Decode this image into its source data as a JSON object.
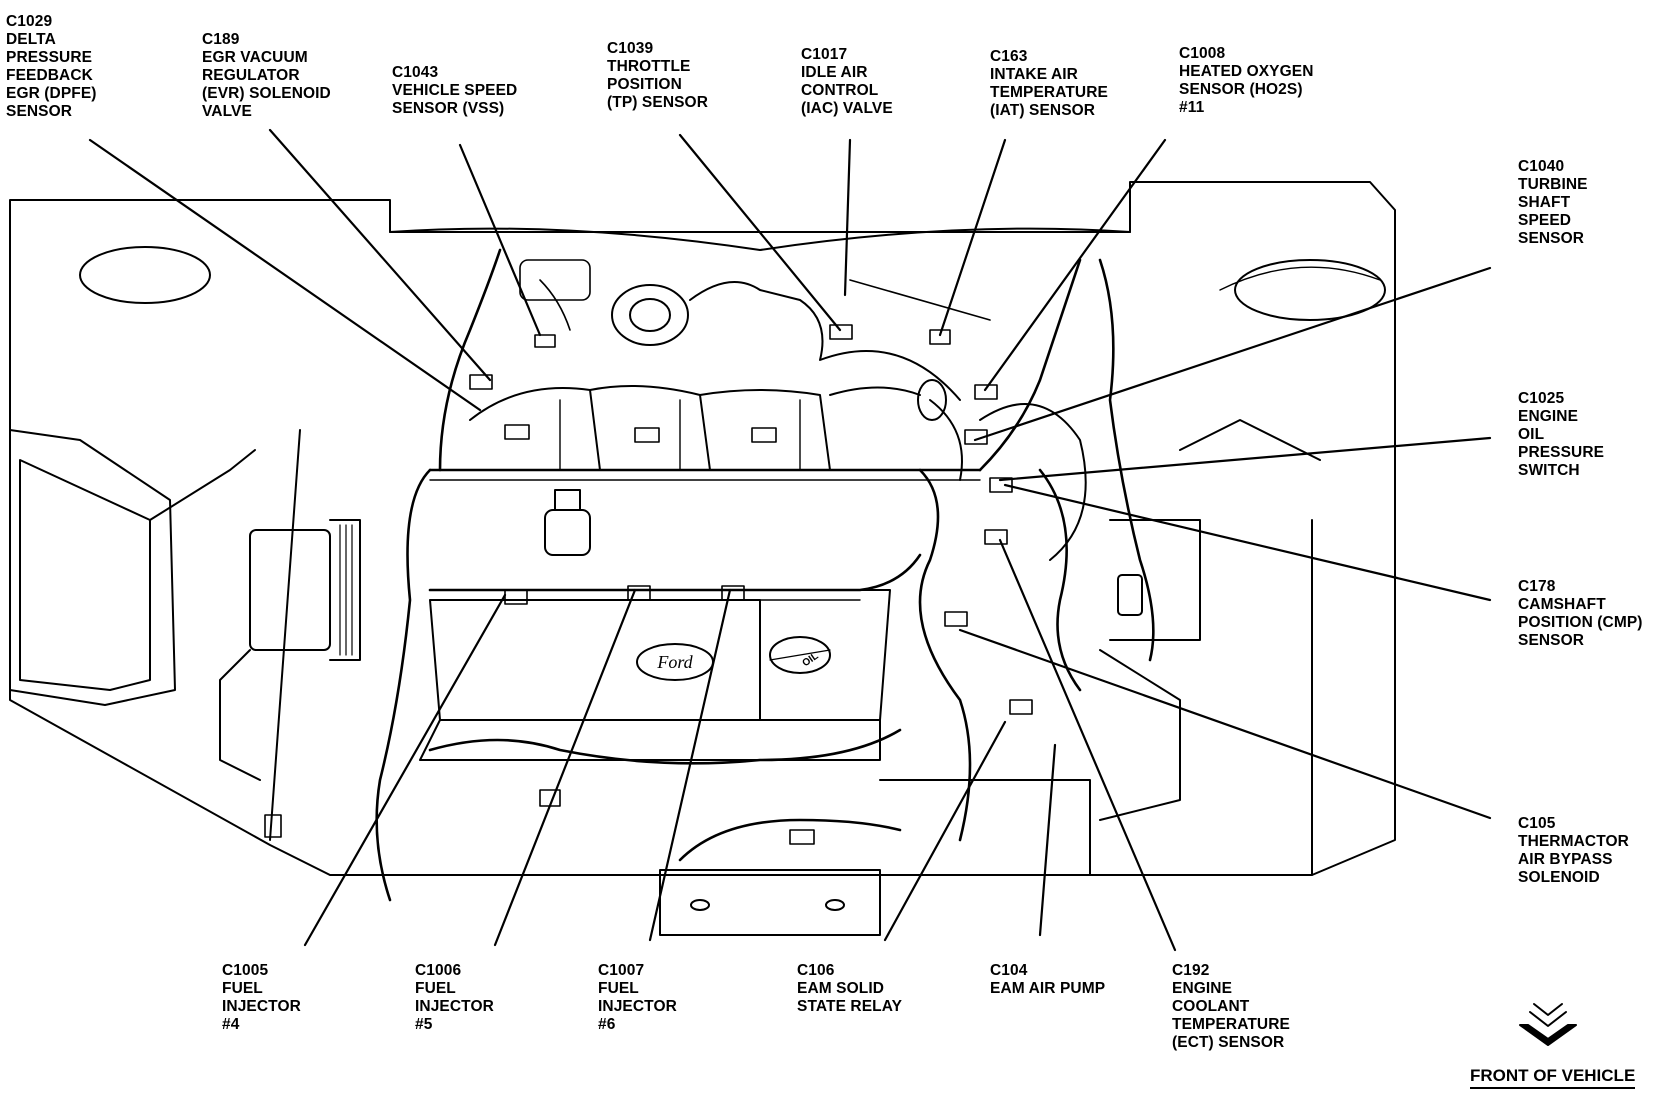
{
  "callouts": {
    "c1029": [
      "C1029",
      "DELTA",
      "PRESSURE",
      "FEEDBACK",
      "EGR (DPFE)",
      "SENSOR"
    ],
    "c189": [
      "C189",
      "EGR VACUUM",
      "REGULATOR",
      "(EVR) SOLENOID",
      "VALVE"
    ],
    "c1043": [
      "C1043",
      "VEHICLE SPEED",
      "SENSOR (VSS)"
    ],
    "c1039": [
      "C1039",
      "THROTTLE",
      "POSITION",
      "(TP) SENSOR"
    ],
    "c1017": [
      "C1017",
      "IDLE AIR",
      "CONTROL",
      "(IAC) VALVE"
    ],
    "c163": [
      "C163",
      "INTAKE AIR",
      "TEMPERATURE",
      "(IAT) SENSOR"
    ],
    "c1008": [
      "C1008",
      "HEATED OXYGEN",
      "SENSOR (HO2S)",
      "#11"
    ],
    "c1040": [
      "C1040",
      "TURBINE",
      "SHAFT",
      "SPEED",
      "SENSOR"
    ],
    "c1025": [
      "C1025",
      "ENGINE",
      "OIL",
      "PRESSURE",
      "SWITCH"
    ],
    "c178": [
      "C178",
      "CAMSHAFT",
      "POSITION (CMP)",
      "SENSOR"
    ],
    "c105": [
      "C105",
      "THERMACTOR",
      "AIR BYPASS",
      "SOLENOID"
    ],
    "c1005": [
      "C1005",
      "FUEL",
      "INJECTOR",
      "#4"
    ],
    "c1006": [
      "C1006",
      "FUEL",
      "INJECTOR",
      "#5"
    ],
    "c1007": [
      "C1007",
      "FUEL",
      "INJECTOR",
      "#6"
    ],
    "c106": [
      "C106",
      "EAM SOLID",
      "STATE RELAY"
    ],
    "c104": [
      "C104",
      "EAM AIR PUMP"
    ],
    "c192": [
      "C192",
      "ENGINE",
      "COOLANT",
      "TEMPERATURE",
      "(ECT) SENSOR"
    ]
  },
  "front_of_vehicle": "FRONT OF VEHICLE",
  "emblem": "Ford",
  "oil_cap": "OIL",
  "colors": {
    "ink": "#000000",
    "paper": "#ffffff"
  }
}
